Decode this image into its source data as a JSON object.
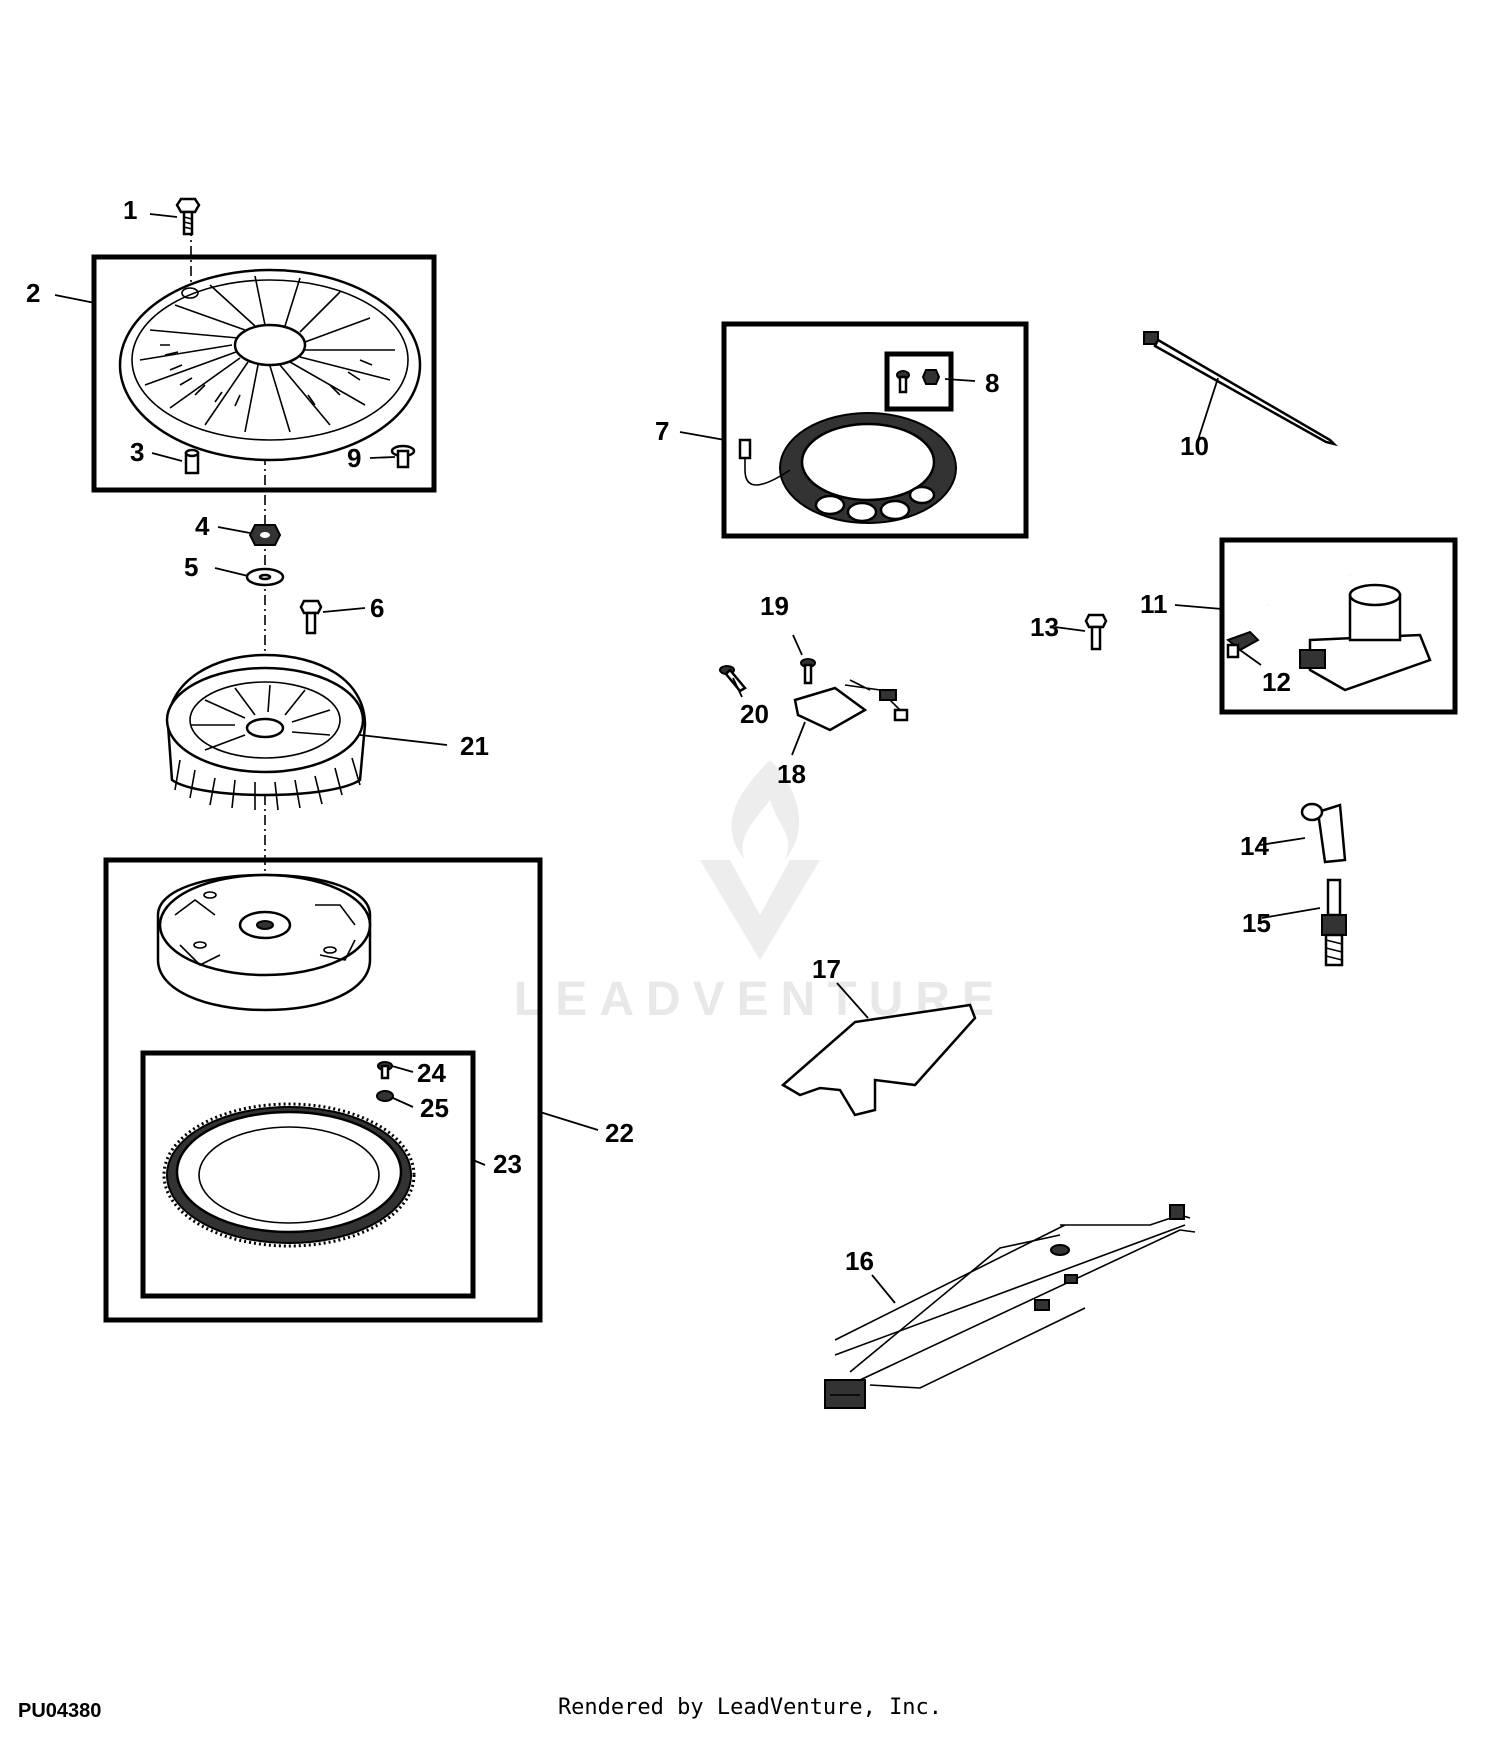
{
  "drawing_code": "PU04380",
  "render_credit": "Rendered by LeadVenture, Inc.",
  "watermark_text": "LEADVENTURE",
  "callouts": [
    "1",
    "2",
    "3",
    "4",
    "5",
    "6",
    "7",
    "8",
    "9",
    "10",
    "11",
    "12",
    "13",
    "14",
    "15",
    "16",
    "17",
    "18",
    "19",
    "20",
    "21",
    "22",
    "23",
    "24",
    "25"
  ],
  "parts": [
    {
      "name": "cap-screw",
      "icon": "bolt-icon"
    },
    {
      "name": "blower-housing-screen-kit",
      "icon": "fan-screen-icon"
    },
    {
      "name": "spacer",
      "icon": "spacer-icon"
    },
    {
      "name": "flywheel-nut",
      "icon": "nut-icon"
    },
    {
      "name": "washer",
      "icon": "washer-icon"
    },
    {
      "name": "screw",
      "icon": "bolt-icon"
    },
    {
      "name": "stator-kit",
      "icon": "stator-icon"
    },
    {
      "name": "screw-and-nut-kit",
      "icon": "screw-kit-icon"
    },
    {
      "name": "fastener",
      "icon": "push-pin-icon"
    },
    {
      "name": "cable-tie",
      "icon": "cable-tie-icon"
    },
    {
      "name": "ignition-coil-kit",
      "icon": "ignition-coil-icon"
    },
    {
      "name": "clip",
      "icon": "clip-icon"
    },
    {
      "name": "cap-screw",
      "icon": "bolt-icon"
    },
    {
      "name": "spark-plug-boot",
      "icon": "boot-icon"
    },
    {
      "name": "spark-plug",
      "icon": "spark-plug-icon"
    },
    {
      "name": "wiring-harness",
      "icon": "harness-icon"
    },
    {
      "name": "baffle",
      "icon": "baffle-icon"
    },
    {
      "name": "rectifier-regulator",
      "icon": "regulator-icon"
    },
    {
      "name": "screw",
      "icon": "bolt-icon"
    },
    {
      "name": "screw",
      "icon": "bolt-icon"
    },
    {
      "name": "fan",
      "icon": "fan-icon"
    },
    {
      "name": "flywheel-kit",
      "icon": "flywheel-icon"
    },
    {
      "name": "ring-gear-kit",
      "icon": "ring-gear-icon"
    },
    {
      "name": "rivet",
      "icon": "rivet-icon"
    },
    {
      "name": "nut",
      "icon": "nut-icon"
    }
  ]
}
